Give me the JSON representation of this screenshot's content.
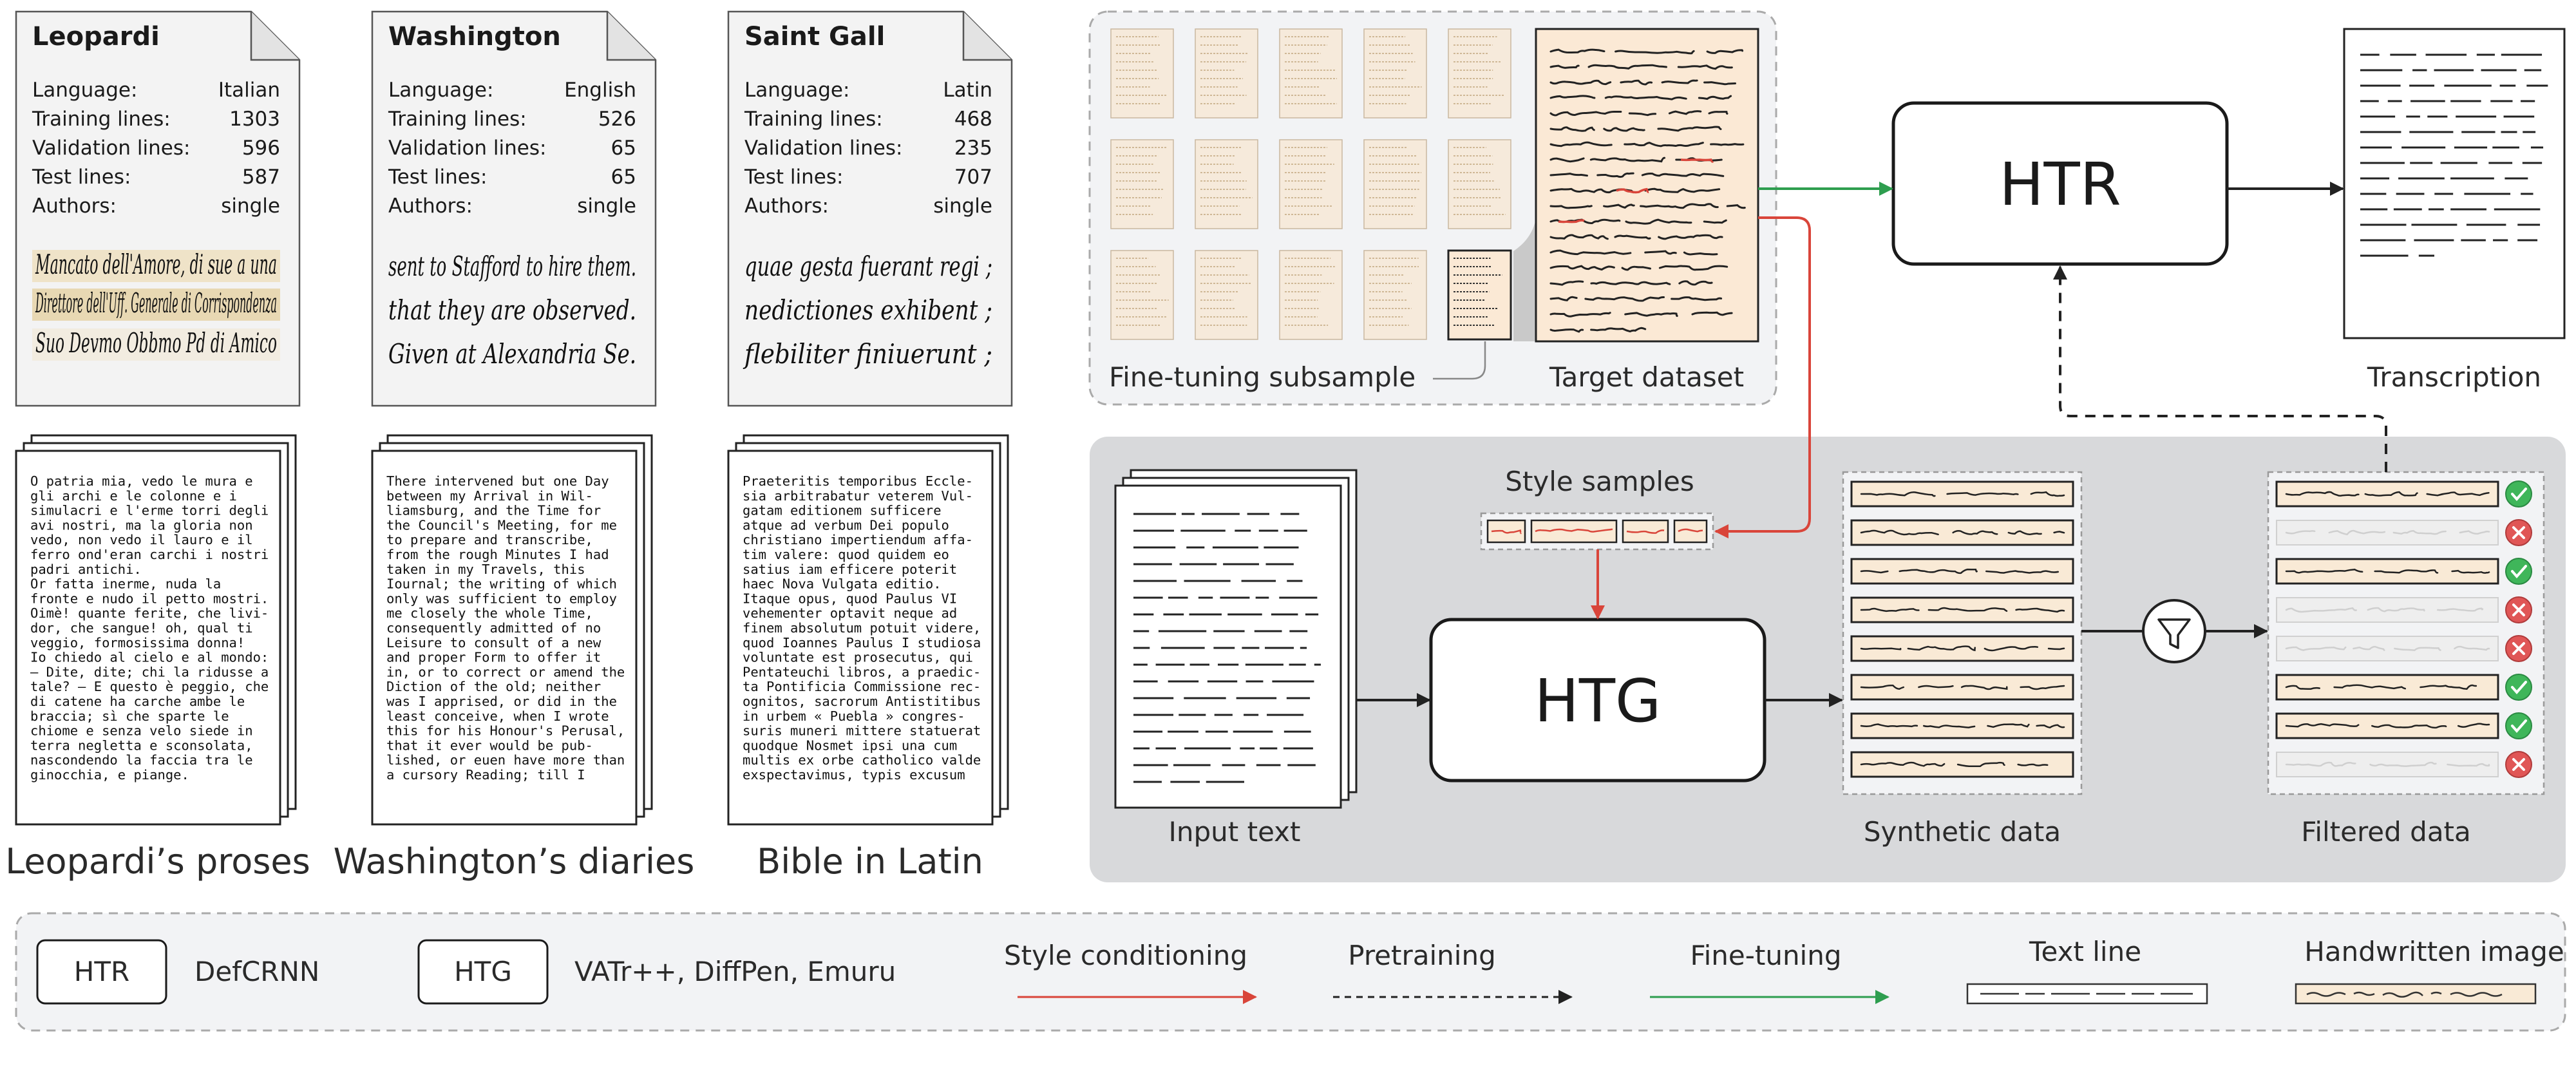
{
  "datasets": [
    {
      "name": "Leopardi",
      "rows": [
        {
          "label": "Language:",
          "value": "Italian"
        },
        {
          "label": "Training lines:",
          "value": "1303"
        },
        {
          "label": "Validation lines:",
          "value": "596"
        },
        {
          "label": "Test lines:",
          "value": "587"
        },
        {
          "label": "Authors:",
          "value": "single"
        }
      ],
      "samples": [
        "Mancato dell'Amore, di sue a una",
        "Direttore dell'Uff. Generale di Corrispondenza",
        "Suo Devmo Obbmo Pd di Amico"
      ],
      "text_lines": [
        "O patria mia, vedo le mura e",
        "gli archi e le colonne e i",
        "simulacri e l'erme torri degli",
        "avi nostri, ma la gloria non",
        "vedo, non vedo il lauro e il",
        "ferro ond'eran carchi i nostri",
        "padri antichi.",
        "Or fatta inerme, nuda la",
        "fronte e nudo il petto mostri.",
        "Oimè! quante ferite, che livi-",
        "dor, che sangue! oh, qual ti",
        "veggio, formosissima donna!",
        "Io chiedo al cielo e al mondo:",
        "– Dite, dite; chi la ridusse a",
        "tale? – E questo è peggio, che",
        "di catene ha carche ambe le",
        "braccia; sì che sparte le",
        "chiome e senza velo siede in",
        "terra negletta e sconsolata,",
        "nascondendo la faccia tra le",
        "ginocchia, e piange."
      ],
      "caption": "Leopardi’s proses"
    },
    {
      "name": "Washington",
      "rows": [
        {
          "label": "Language:",
          "value": "English"
        },
        {
          "label": "Training lines:",
          "value": "526"
        },
        {
          "label": "Validation lines:",
          "value": "65"
        },
        {
          "label": "Test lines:",
          "value": "65"
        },
        {
          "label": "Authors:",
          "value": "single"
        }
      ],
      "samples": [
        "sent to Stafford to hire them.",
        "that they are observed.",
        "Given at Alexandria Se."
      ],
      "text_lines": [
        "There intervened but one Day",
        "between my Arrival in Wil-",
        "liamsburg, and the Time for",
        "the Council's Meeting, for me",
        "to prepare and transcribe,",
        "from the rough Minutes I had",
        "taken in my Travels, this",
        "Iournal; the writing of which",
        "only was sufficient to employ",
        "me closely the whole Time,",
        "consequently admitted of no",
        "Leisure to consult of a new",
        "and proper Form to offer it",
        "in, or to correct or amend the",
        "Diction of the old; neither",
        "was I apprised, or did in the",
        "least conceive, when I wrote",
        "this for his Honour's Perusal,",
        "that it ever would be pub-",
        "lished, or euen have more than",
        "a cursory Reading; till I"
      ],
      "caption": "Washington’s diaries"
    },
    {
      "name": "Saint Gall",
      "rows": [
        {
          "label": "Language:",
          "value": "Latin"
        },
        {
          "label": "Training lines:",
          "value": "468"
        },
        {
          "label": "Validation lines:",
          "value": "235"
        },
        {
          "label": "Test lines:",
          "value": "707"
        },
        {
          "label": "Authors:",
          "value": "single"
        }
      ],
      "samples": [
        "quae gesta fuerant regi ;",
        "nedictiones exhibent ;",
        "flebiliter finiuerunt ;"
      ],
      "text_lines": [
        "Praeteritis temporibus Eccle-",
        "sia arbitrabatur veterem Vul-",
        "gatam editionem sufficere",
        "atque ad verbum Dei populo",
        "christiano impertiendum affa-",
        "tim valere: quod quidem eo",
        "satius iam efficere poterit",
        "haec Nova Vulgata editio.",
        "Itaque opus, quod Paulus VI",
        "vehementer optavit neque ad",
        "finem absolutum potuit videre,",
        "quod Ioannes Paulus I studiosa",
        "voluntate est prosecutus, qui",
        "Pentateuchi libros, a praedic-",
        "ta Pontificia Commissione rec-",
        "ognitos, sacrorum Antistitibus",
        "in urbem « Puebla » congres-",
        "suris muneri mittere statuerat",
        "quodque Nosmet ipsi una cum",
        "multis ex orbe catholico valde",
        "exspectavimus, typis excusum"
      ],
      "caption": "Bible in Latin"
    }
  ],
  "pipeline": {
    "finetuning_subsample_label": "Fine-tuning subsample",
    "target_dataset_label": "Target dataset",
    "htr_label": "HTR",
    "transcription_label": "Transcription",
    "style_samples_label": "Style samples",
    "htg_label": "HTG",
    "input_text_label": "Input text",
    "synthetic_data_label": "Synthetic data",
    "filtered_data_label": "Filtered data",
    "filter_icon": "funnel-icon",
    "filtered_status": [
      "kept",
      "rejected",
      "kept",
      "rejected",
      "rejected",
      "kept",
      "kept",
      "rejected"
    ]
  },
  "legend": {
    "htr_box": "HTR",
    "htr_model": "DefCRNN",
    "htg_box": "HTG",
    "htg_models": "VATr++, DiffPen, Emuru",
    "style_conditioning": "Style conditioning",
    "pretraining": "Pretraining",
    "finetuning": "Fine-tuning",
    "text_line": "Text line",
    "handwritten_image": "Handwritten image"
  },
  "colors": {
    "style_conditioning": "#d9453a",
    "finetuning": "#2e9e4f",
    "pretraining": "#222222",
    "handwritten_bg": "#f9ead6",
    "panel_gray": "#d8d9db",
    "check_green": "#3fb65a",
    "cross_red": "#e05656"
  }
}
